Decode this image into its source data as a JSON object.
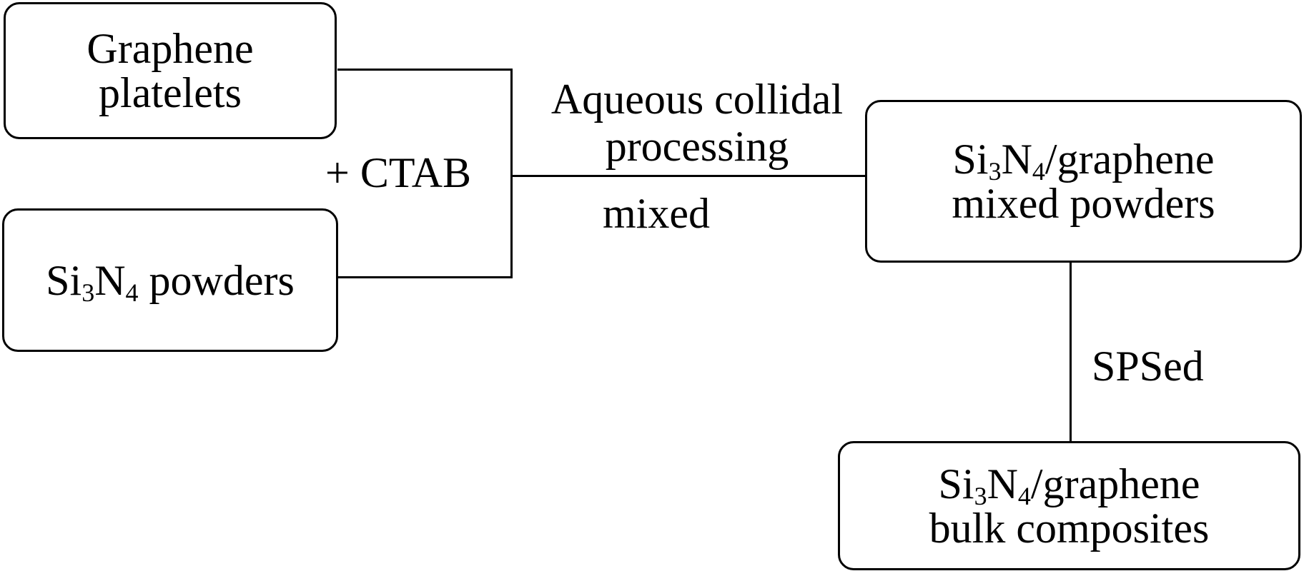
{
  "boxes": {
    "graphene": {
      "line1": "Graphene",
      "line2": "platelets"
    },
    "si3n4": {
      "pre": "Si",
      "sub1": "3",
      "mid": "N",
      "sub2": "4",
      "post": " powders"
    },
    "mixed": {
      "pre": "Si",
      "sub1": "3",
      "mid": "N",
      "sub2": "4",
      "post": "/graphene",
      "line2": "mixed powders"
    },
    "bulk": {
      "pre": "Si",
      "sub1": "3",
      "mid": "N",
      "sub2": "4",
      "post": "/graphene",
      "line2": "bulk composites"
    }
  },
  "labels": {
    "ctab": "+ CTAB",
    "aqueous_line1": "Aqueous collidal",
    "aqueous_line2": "processing",
    "mixed": "mixed",
    "sps": "SPSed"
  }
}
